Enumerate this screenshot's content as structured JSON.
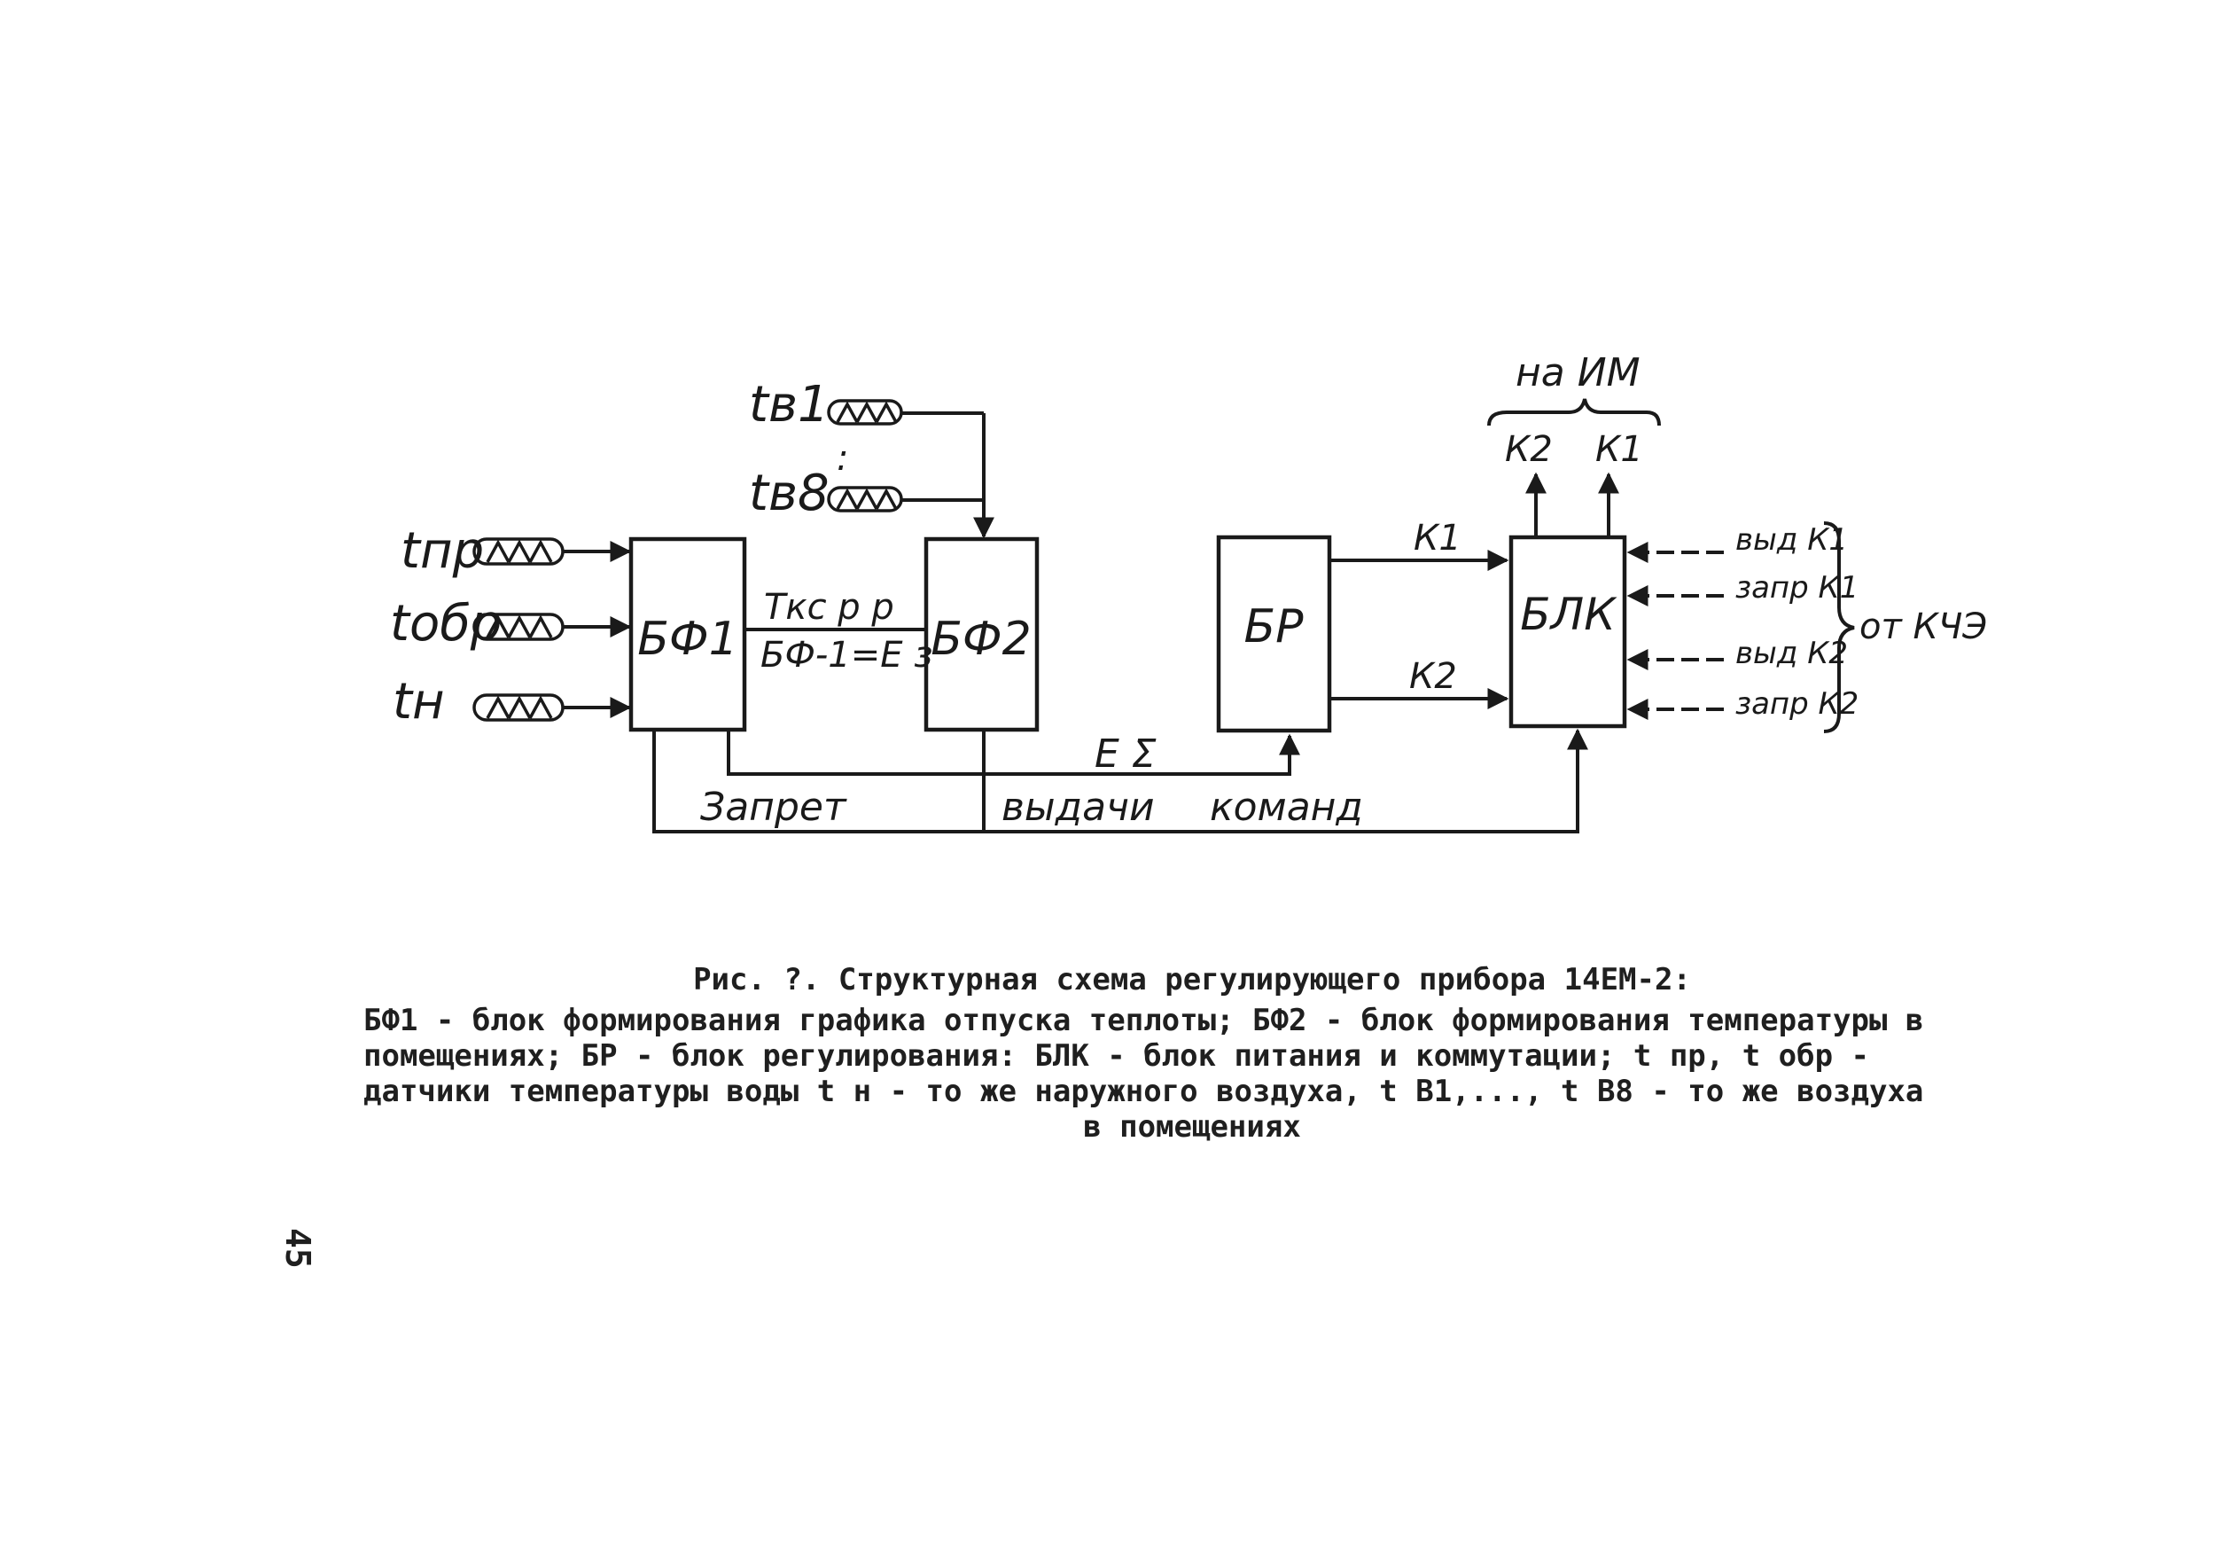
{
  "diagram": {
    "sensors": {
      "t_pr": "tпр",
      "t_obr": "tобр",
      "t_n": "tн",
      "t_v1": "tв1",
      "t_v8": "tв8",
      "dots": ":"
    },
    "blocks": {
      "bf1": "БФ1",
      "bf2": "БФ2",
      "br": "БР",
      "blk": "БЛК"
    },
    "link_label_top": "Ткс р р",
    "link_label_bottom": "БФ-1=Е з",
    "k1": "К1",
    "k2": "К2",
    "outputs_header": "на ИМ",
    "out_k2": "К2",
    "out_k1": "К1",
    "inputs": [
      "выд К1",
      "запр К1",
      "выд К2",
      "запр К2"
    ],
    "inputs_source": "от КЧЭ",
    "epsilon": "Е Σ",
    "inhibit_text": [
      "Запрет",
      "выдачи",
      "команд"
    ]
  },
  "caption": {
    "title": "Рис. ?. Структурная схема регулирующего прибора 14ЕМ-2:",
    "line1": "БФ1 - блок формирования графика отпуска теплоты; БФ2 - блок формирования температуры в",
    "line2": "помещениях; БР - блок регулирования: БЛК - блок питания и коммутации; t пр, t обр -",
    "line3": "датчики температуры воды  t н - то же наружного воздуха, t В1,...,  t В8 - то же воздуха",
    "line4": "в помещениях"
  },
  "page_number": "45",
  "colors": {
    "ink": "#1a1a1a",
    "paper": "#ffffff"
  }
}
